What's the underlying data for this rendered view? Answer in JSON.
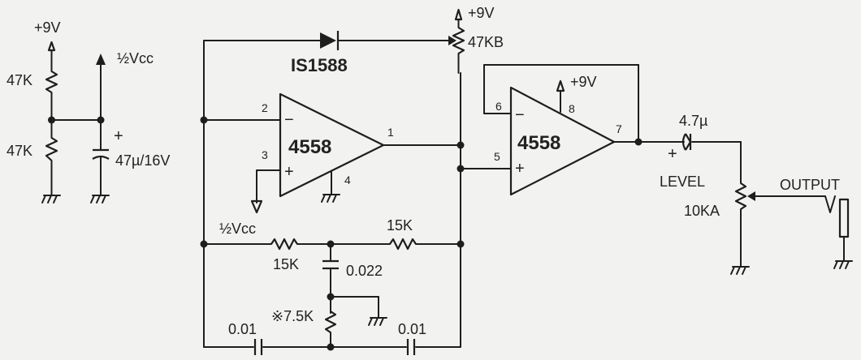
{
  "bias_network": {
    "supply": "+9V",
    "r_top": "47K",
    "r_bottom": "47K",
    "half_vcc": "½Vcc",
    "cap_polarity": "+",
    "cap": "47µ/16V"
  },
  "stage1": {
    "ic": "4558",
    "pin_inv": "2",
    "pin_noninv": "3",
    "pin_out": "1",
    "pin_gnd": "4",
    "minus": "−",
    "plus": "+",
    "diode": "IS1588",
    "pot_supply": "+9V",
    "pot": "47KB",
    "ref_label": "½Vcc"
  },
  "twin_t": {
    "r_left": "15K",
    "r_right": "15K",
    "c_center": "0.022",
    "c_left": "0.01",
    "c_right": "0.01",
    "r_center": "※7.5K"
  },
  "stage2": {
    "ic": "4558",
    "pin_inv": "6",
    "pin_noninv": "5",
    "pin_out": "7",
    "pin_vcc": "8",
    "supply": "+9V",
    "minus": "−",
    "plus": "+"
  },
  "output": {
    "cap": "4.7µ",
    "cap_polarity": "+",
    "level_label": "LEVEL",
    "level_pot": "10KA",
    "output_label": "OUTPUT"
  }
}
